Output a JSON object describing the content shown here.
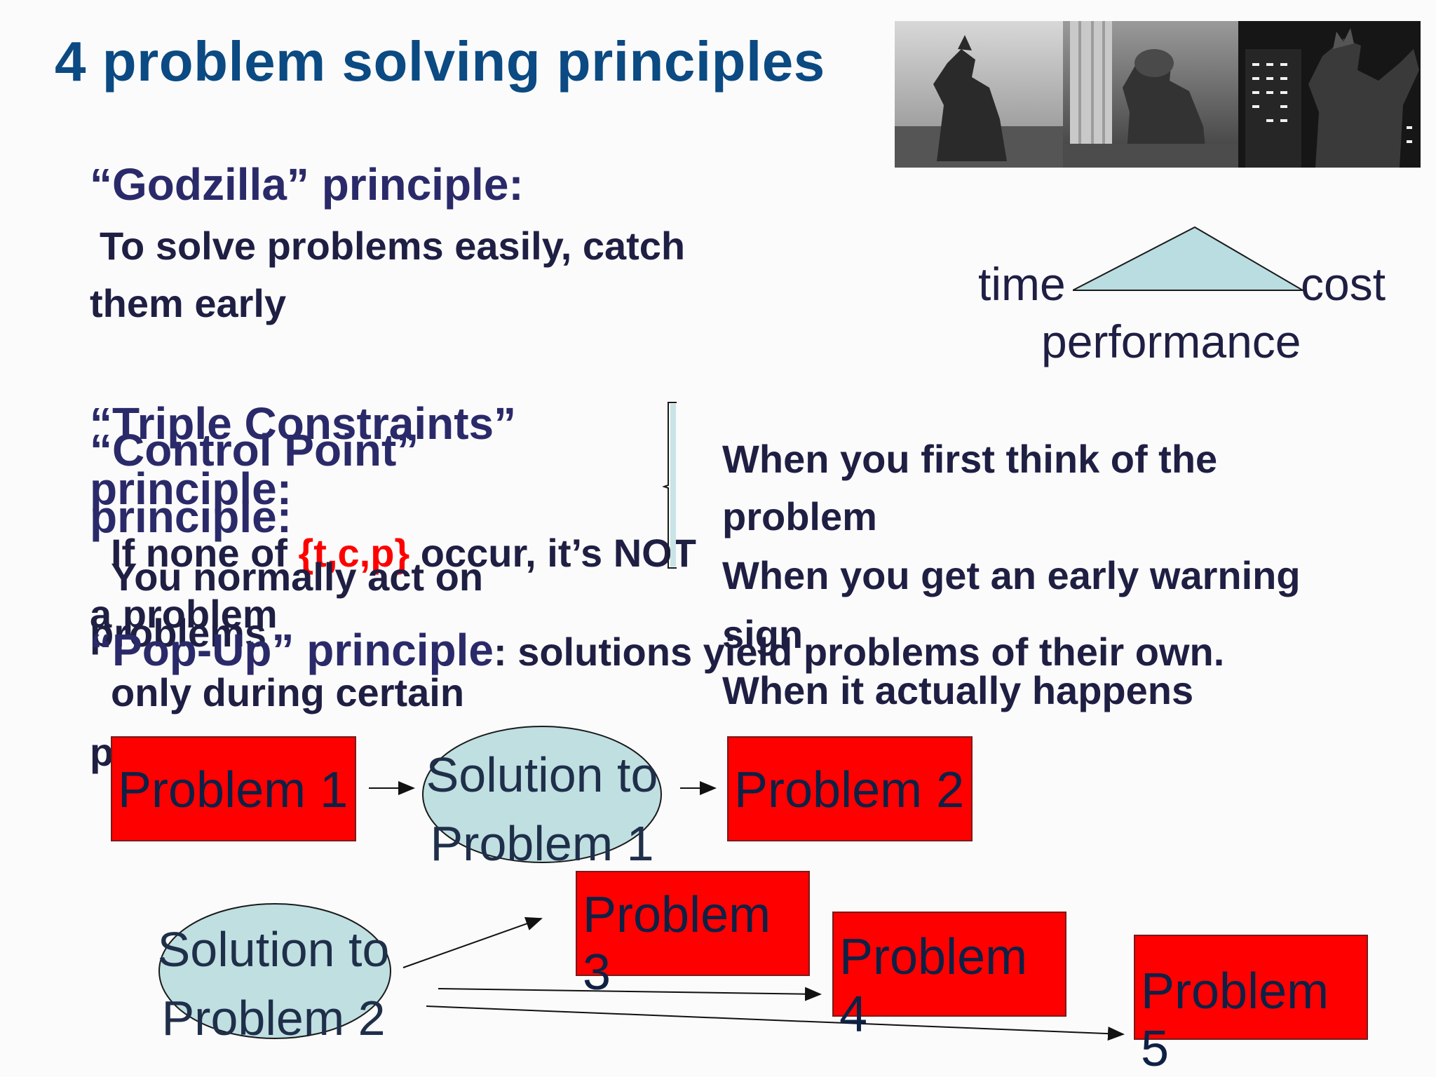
{
  "slide": {
    "title": "4 problem solving principles",
    "godzilla": {
      "heading": "“Godzilla” principle:",
      "line1": "To solve problems easily, catch",
      "line2": "them early"
    },
    "triple": {
      "heading1": "“Triple Constraints”",
      "heading2": "principle:",
      "line1_pre": "If none of ",
      "line1_set": "{t,c,p}",
      "line1_post": " occur, it’s NOT",
      "line2": "a problem"
    },
    "control": {
      "heading1": "“Control Point”",
      "heading2": "principle:",
      "line1": "You normally act on",
      "line2": "problems",
      "line3": "only during certain",
      "line4": "periods"
    },
    "control_points": {
      "item1a": "When you first think of the",
      "item1b": "problem",
      "item2a": "When you get an early warning",
      "item2b": "sign",
      "item3": "When it actually happens"
    },
    "popup": {
      "heading": "“Pop-Up” principle",
      "rest": ": solutions yield problems of their own."
    },
    "triangle": {
      "left": "time",
      "right": "cost",
      "bottom": "performance",
      "fill": "#b9dde0"
    },
    "diagram": {
      "problem1": "Problem 1",
      "solution1": "Solution to Problem 1",
      "problem2": "Problem 2",
      "solution2": "Solution to Problem 2",
      "problem3": "Problem 3",
      "problem4": "Problem 4",
      "problem5": "Problem 5",
      "box_color": "#ff0000",
      "ellipse_color": "#bfdfe1"
    },
    "image_icon": "godzilla-photo-strip"
  }
}
